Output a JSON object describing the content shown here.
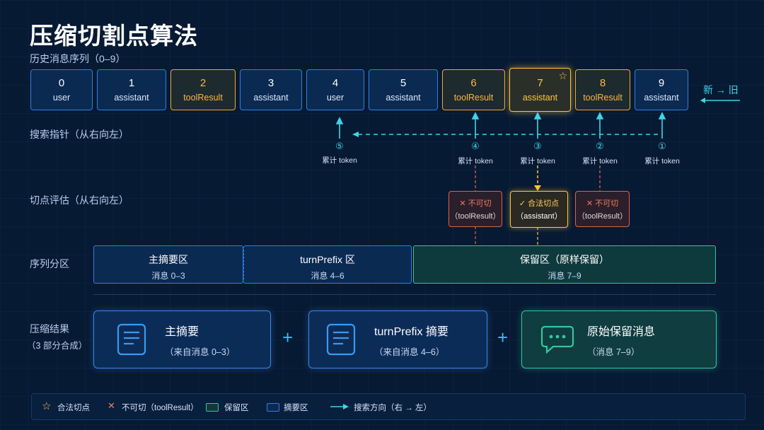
{
  "title": "压缩切割点算法",
  "history_label": "历史消息序列（0–9）",
  "direction": {
    "text": "新 → 旧"
  },
  "messages": [
    {
      "index": "0",
      "role": "user"
    },
    {
      "index": "1",
      "role": "assistant"
    },
    {
      "index": "2",
      "role": "toolResult"
    },
    {
      "index": "3",
      "role": "assistant"
    },
    {
      "index": "4",
      "role": "user"
    },
    {
      "index": "5",
      "role": "assistant"
    },
    {
      "index": "6",
      "role": "toolResult"
    },
    {
      "index": "7",
      "role": "assistant"
    },
    {
      "index": "8",
      "role": "toolResult"
    },
    {
      "index": "9",
      "role": "assistant"
    }
  ],
  "search_label": "搜索指针（从右向左）",
  "pointers": [
    {
      "step": "①",
      "label": "累计 token"
    },
    {
      "step": "②",
      "label": "累计 token"
    },
    {
      "step": "③",
      "label": "累计 token"
    },
    {
      "step": "④",
      "label": "累计 token"
    },
    {
      "step": "⑤",
      "label": "累计 token"
    }
  ],
  "eval_label": "切点评估（从右向左）",
  "evals": [
    {
      "title": "✕ 不可切",
      "sub": "（toolResult）"
    },
    {
      "title": "✓ 合法切点",
      "sub": "（assistant）"
    },
    {
      "title": "✕ 不可切",
      "sub": "（toolResult）"
    }
  ],
  "partition_label": "序列分区",
  "zones": [
    {
      "name": "主摘要区",
      "range": "消息 0–3"
    },
    {
      "name": "turnPrefix 区",
      "range": "消息 4–6"
    },
    {
      "name": "保留区（原样保留）",
      "range": "消息 7–9"
    }
  ],
  "result_label": "压缩结果",
  "result_sub": "（3 部分合成）",
  "results": [
    {
      "name": "主摘要",
      "src": "（来自消息 0–3）",
      "icon": "document-icon"
    },
    {
      "name": "turnPrefix 摘要",
      "src": "（来自消息 4–6）",
      "icon": "document-icon"
    },
    {
      "name": "原始保留消息",
      "src": "（消息 7–9）",
      "icon": "chat-icon"
    }
  ],
  "plus": "+",
  "legend": [
    {
      "icon": "star-icon",
      "text": "合法切点"
    },
    {
      "icon": "cross-icon",
      "text": "不可切（toolResult）"
    },
    {
      "icon": "green-swatch",
      "text": "保留区"
    },
    {
      "icon": "blue-swatch",
      "text": "摘要区"
    },
    {
      "icon": "arrow-icon",
      "text": "搜索方向（右 → 左）"
    }
  ],
  "colors": {
    "accent": "#3fd4e8",
    "gold": "#ffc53a",
    "orange": "#f0a830",
    "red": "#e0604a",
    "green": "#2fc79a",
    "blue": "#2f7fe0"
  }
}
